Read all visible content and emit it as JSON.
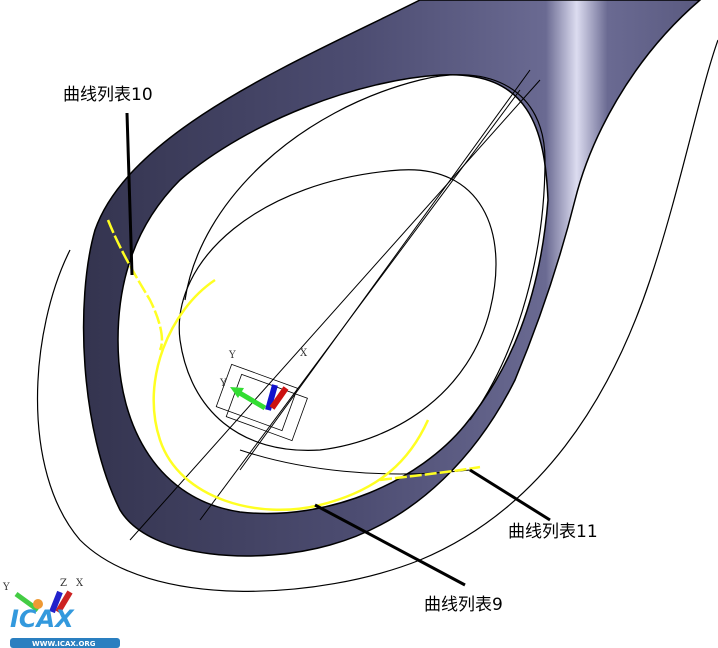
{
  "labels": {
    "curve10": "曲线列表10",
    "curve11": "曲线列表11",
    "curve9": "曲线列表9"
  },
  "compass": {
    "x": "X",
    "y": "Y",
    "z": "Z"
  },
  "logo": {
    "text": "ICAX",
    "url_text": "WWW.ICAX.ORG"
  },
  "colors": {
    "surface": "#4a4a6e",
    "highlight": "#c8c8e0",
    "curve": "#ffff22",
    "line": "#000000"
  }
}
